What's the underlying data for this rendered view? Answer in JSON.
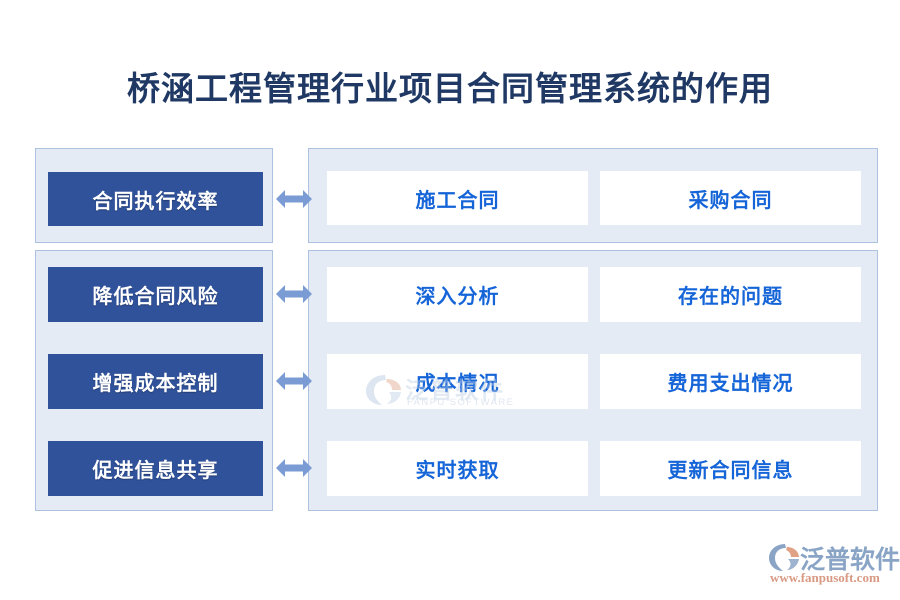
{
  "page": {
    "title": "桥涵工程管理行业项目合同管理系统的作用",
    "background_color": "#ffffff"
  },
  "colors": {
    "title_text": "#1f3864",
    "panel_background": "#e4ebf5",
    "panel_border": "#adc2e0",
    "category_box": "#30529b",
    "category_text": "#ffffff",
    "card_background": "#ffffff",
    "card_text": "#1565d8",
    "arrow": "#7a9bd4",
    "logo_text": "#8aa4c6",
    "logo_url": "#d99a84",
    "logo_accent": "#e0a184"
  },
  "diagram": {
    "rows": [
      {
        "category": "合同执行效率",
        "connector": "double-arrow-icon",
        "items": [
          "施工合同",
          "采购合同"
        ]
      },
      {
        "category": "降低合同风险",
        "connector": "double-arrow-icon",
        "items": [
          "深入分析",
          "存在的问题"
        ]
      },
      {
        "category": "增强成本控制",
        "connector": "double-arrow-icon",
        "items": [
          "成本情况",
          "费用支出情况"
        ]
      },
      {
        "category": "促进信息共享",
        "connector": "double-arrow-icon",
        "items": [
          "实时获取",
          "更新合同信息"
        ]
      }
    ]
  },
  "watermark": {
    "name_cn": "泛普软件",
    "name_en": "FANPU SOFTWARE",
    "mark": "fanpu-swoosh-icon"
  },
  "brand_logo": {
    "name_cn": "泛普软件",
    "url": "www.fanpusoft.com",
    "mark": "fanpu-swoosh-icon"
  }
}
